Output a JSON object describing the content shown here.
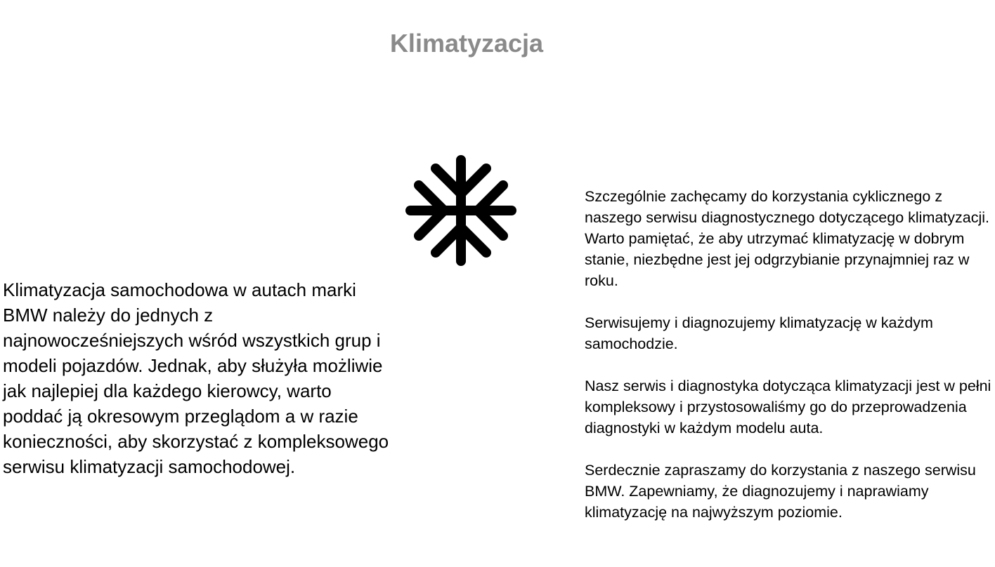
{
  "page": {
    "title": "Klimatyzacja"
  },
  "left": {
    "text": "Klimatyzacja samochodowa w autach marki BMW  należy do jednych z najnowocześniejszych wśród wszystkich grup i modeli pojazdów. Jednak, aby służyła możliwie jak najlepiej dla każdego kierowcy, warto poddać ją okresowym przeglądom a w razie konieczności, aby skorzystać z kompleksowego serwisu klimatyzacji samochodowej."
  },
  "right": {
    "paragraphs": [
      "Szczególnie zachęcamy do korzystania cyklicznego z naszego serwisu diagnostycznego dotyczącego klimatyzacji. Warto pamiętać, że aby utrzymać klimatyzację w dobrym stanie, niezbędne jest jej odgrzybianie przynajmniej raz w roku.",
      "Serwisujemy i diagnozujemy klimatyzację w każdym samochodzie.",
      "Nasz serwis i diagnostyka dotycząca klimatyzacji  jest w pełni kompleksowy i przystosowaliśmy go do przeprowadzenia diagnostyki w każdym modelu auta.",
      "Serdecznie zapraszamy do korzystania z naszego serwisu BMW. Zapewniamy, że diagnozujemy i naprawiamy klimatyzację na najwyższym poziomie."
    ]
  },
  "icons": {
    "snowflake": "snowflake-icon"
  },
  "colors": {
    "title": "#8a8a8a",
    "text": "#000000",
    "icon": "#000000",
    "background": "#ffffff"
  }
}
